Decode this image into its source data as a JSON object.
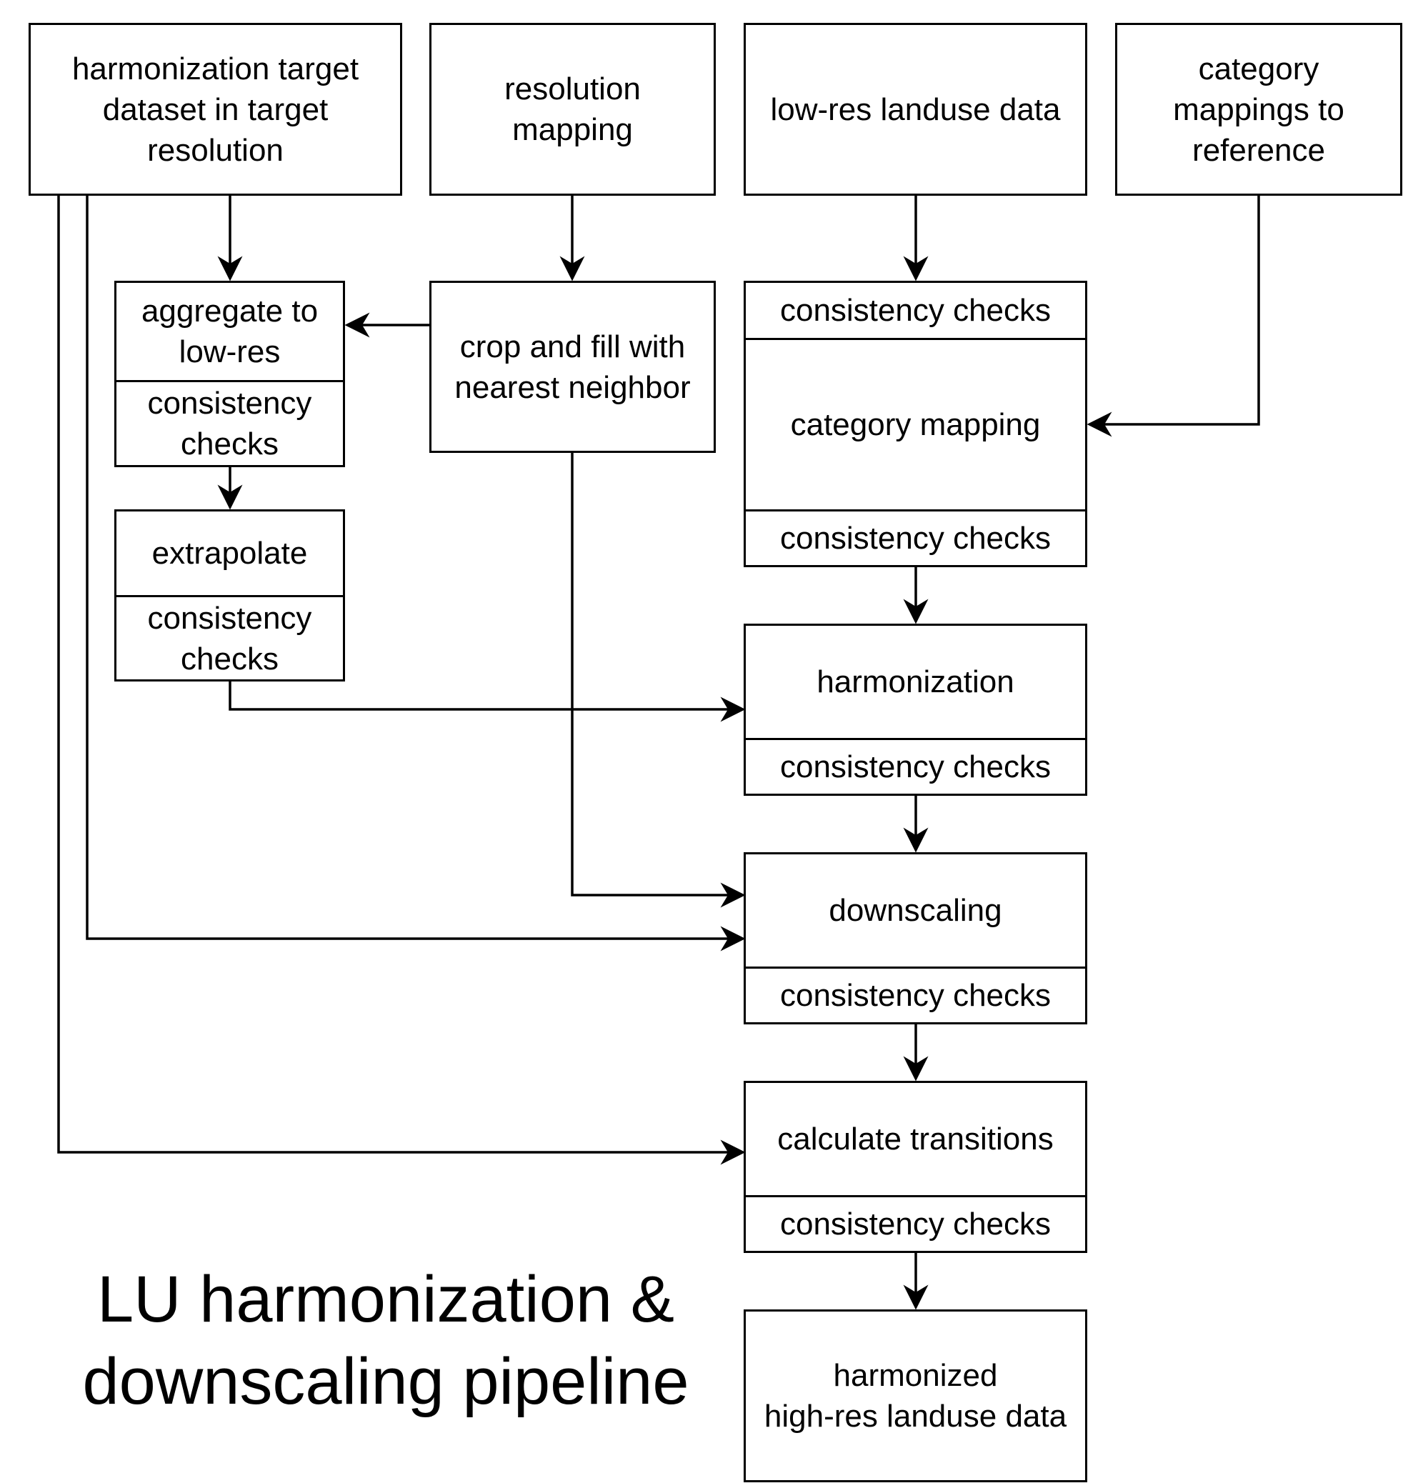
{
  "title": "LU harmonization &\ndownscaling pipeline",
  "nodes": {
    "target_dataset": "harmonization target\ndataset in target\nresolution",
    "resolution_mapping": "resolution\nmapping",
    "lowres_landuse": "low-res landuse data",
    "category_mappings": "category\nmappings to\nreference",
    "aggregate": "aggregate to\nlow-res",
    "aggregate_checks": "consistency\nchecks",
    "extrapolate": "extrapolate",
    "extrapolate_checks": "consistency\nchecks",
    "crop_fill": "crop and fill with\nnearest neighbor",
    "lowres_checks": "consistency checks",
    "category_mapping": "category mapping",
    "category_mapping_checks": "consistency checks",
    "harmonization": "harmonization",
    "harmonization_checks": "consistency checks",
    "downscaling": "downscaling",
    "downscaling_checks": "consistency checks",
    "transitions": "calculate transitions",
    "transitions_checks": "consistency checks",
    "output": "harmonized\nhigh-res landuse data"
  }
}
